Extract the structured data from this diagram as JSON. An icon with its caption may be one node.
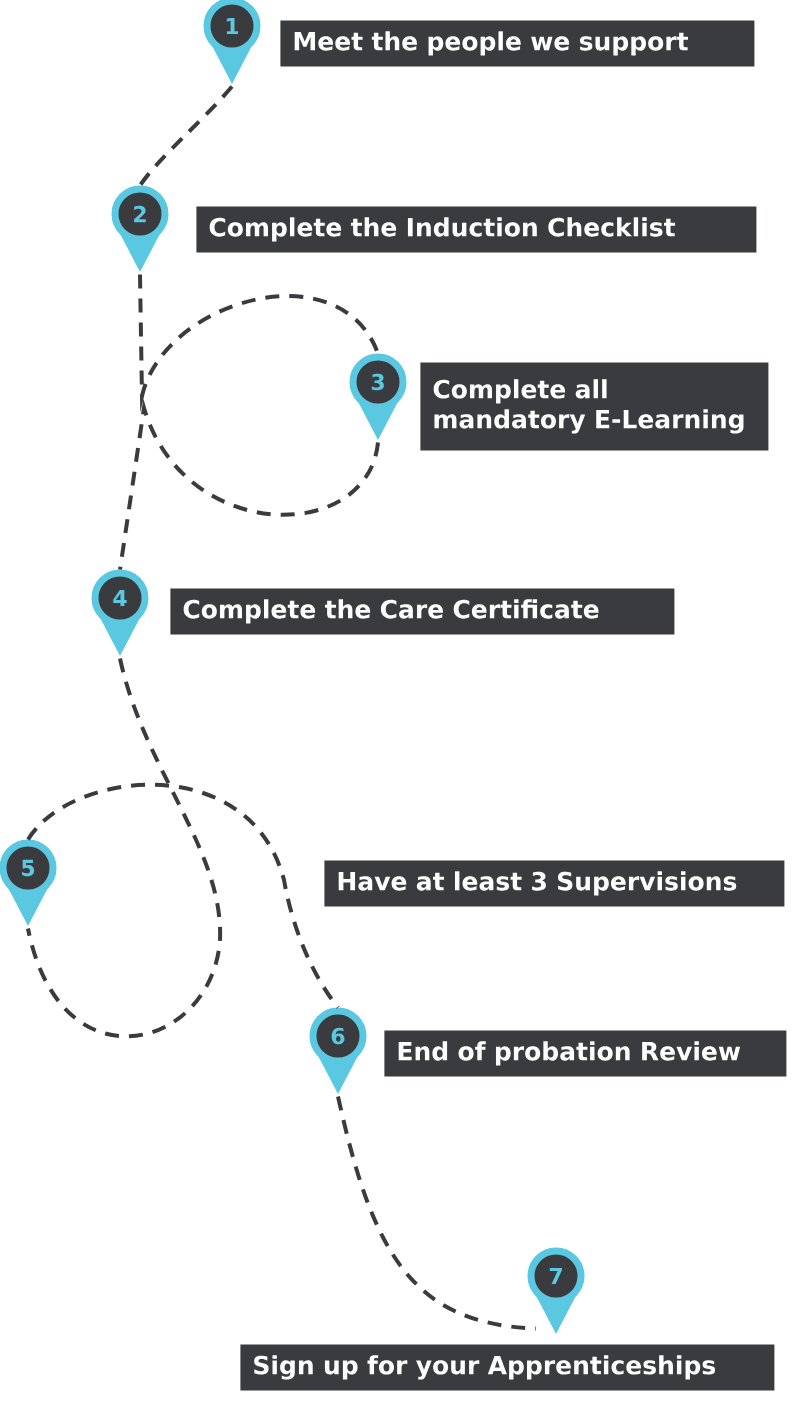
{
  "diagram": {
    "nodes": [
      {
        "text": [
          "1"
        ]
      },
      {
        "text": [
          "Meet the people we support"
        ]
      },
      {
        "text": [
          "2"
        ]
      },
      {
        "text": [
          "Complete the Induction Checklist"
        ]
      },
      {
        "text": [
          "3"
        ]
      },
      {
        "text": [
          "Complete all mandatory E-Learning"
        ]
      },
      {
        "text": [
          "4"
        ]
      },
      {
        "text": [
          "Complete the Care Certificate"
        ]
      },
      {
        "text": [
          "5"
        ]
      },
      {
        "text": [
          "Have at least 3 Supervisions"
        ]
      },
      {
        "text": [
          "6"
        ]
      },
      {
        "text": [
          "End of probation Review"
        ]
      },
      {
        "text": [
          "7"
        ]
      },
      {
        "text": [
          "Sign up for your Apprenticeships"
        ]
      }
    ],
    "edges": [
      {
        "from": 0,
        "to": 2,
        "arrow": "none",
        "style": "dashed"
      },
      {
        "from": 2,
        "to": 4,
        "arrow": "none",
        "style": "dashed"
      },
      {
        "from": 4,
        "to": 6,
        "arrow": "none",
        "style": "dashed"
      },
      {
        "from": 6,
        "to": 8,
        "arrow": "none",
        "style": "dashed"
      },
      {
        "from": 8,
        "to": 10,
        "arrow": "none",
        "style": "dashed"
      },
      {
        "from": 10,
        "to": 12,
        "arrow": "none",
        "style": "dashed"
      }
    ]
  }
}
